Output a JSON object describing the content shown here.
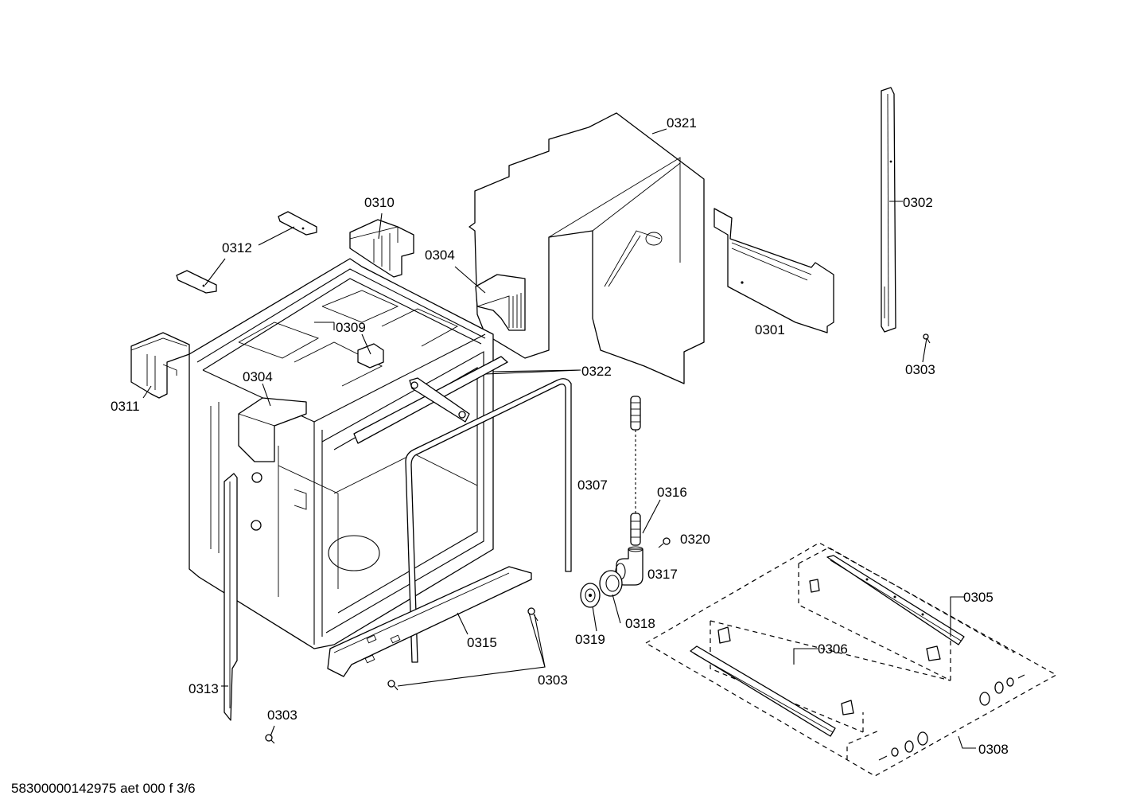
{
  "footer_code": "58300000142975 aet 000 f 3/6",
  "callouts": {
    "c0321": "0321",
    "c0310": "0310",
    "c0312": "0312",
    "c0304a": "0304",
    "c0302": "0302",
    "c0301": "0301",
    "c0309": "0309",
    "c0303a": "0303",
    "c0322": "0322",
    "c0304b": "0304",
    "c0311": "0311",
    "c0307": "0307",
    "c0316": "0316",
    "c0320": "0320",
    "c0317": "0317",
    "c0305": "0305",
    "c0318": "0318",
    "c0319": "0319",
    "c0315": "0315",
    "c0306": "0306",
    "c0303b": "0303",
    "c0313": "0313",
    "c0303c": "0303",
    "c0308": "0308"
  }
}
